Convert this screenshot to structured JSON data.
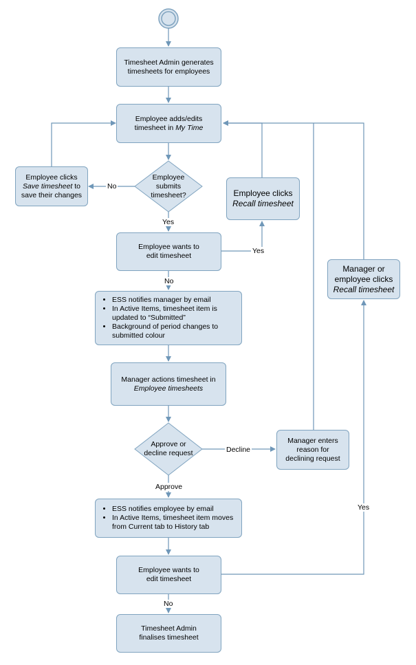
{
  "nodes": {
    "generate": {
      "lines": [
        "Timesheet Admin generates",
        "timesheets for employees"
      ]
    },
    "adds_edits": {
      "lines": [
        [
          "Employee adds/edits"
        ],
        [
          "timesheet in ",
          "My Time"
        ]
      ]
    },
    "save": {
      "lines": [
        [
          "Employee clicks"
        ],
        [
          "Save timesheet",
          " to"
        ],
        [
          "save their changes"
        ]
      ]
    },
    "submits": {
      "lines": [
        "Employee",
        "submits",
        "timesheet?"
      ]
    },
    "recall_emp": {
      "lines": [
        [
          "Employee clicks"
        ],
        [
          "Recall timesheet"
        ]
      ]
    },
    "wants_edit_1": {
      "lines": [
        "Employee wants to",
        "edit timesheet"
      ]
    },
    "notify_manager": {
      "items": [
        "ESS notifies manager by email",
        "In Active Items, timesheet item is updated to “Submitted”",
        "Background of period changes to submitted colour"
      ]
    },
    "manager_actions": {
      "lines": [
        [
          "Manager actions timesheet in"
        ],
        [
          "Employee timesheets"
        ]
      ]
    },
    "approve_decline": {
      "lines": [
        "Approve or",
        "decline request"
      ]
    },
    "decline_reason": {
      "lines": [
        "Manager enters",
        "reason for",
        "declining request"
      ]
    },
    "recall_mgr": {
      "lines": [
        [
          "Manager or"
        ],
        [
          "employee clicks"
        ],
        [
          "Recall timesheet"
        ]
      ]
    },
    "notify_employee": {
      "items": [
        "ESS notifies employee by email",
        "In Active Items, timesheet item moves from Current tab to History tab"
      ]
    },
    "wants_edit_2": {
      "lines": [
        "Employee wants to",
        "edit timesheet"
      ]
    },
    "finalise": {
      "lines": [
        "Timesheet Admin",
        "finalises timesheet"
      ]
    }
  },
  "edge_labels": {
    "no_save": "No",
    "yes_submit": "Yes",
    "yes_recall": "Yes",
    "no_edit_1": "No",
    "decline": "Decline",
    "approve": "Approve",
    "yes_recall_mgr": "Yes",
    "no_edit_2": "No"
  },
  "colors": {
    "node_fill": "#d7e3ee",
    "node_border": "#7fa3bf",
    "connector": "#6f97b8"
  }
}
